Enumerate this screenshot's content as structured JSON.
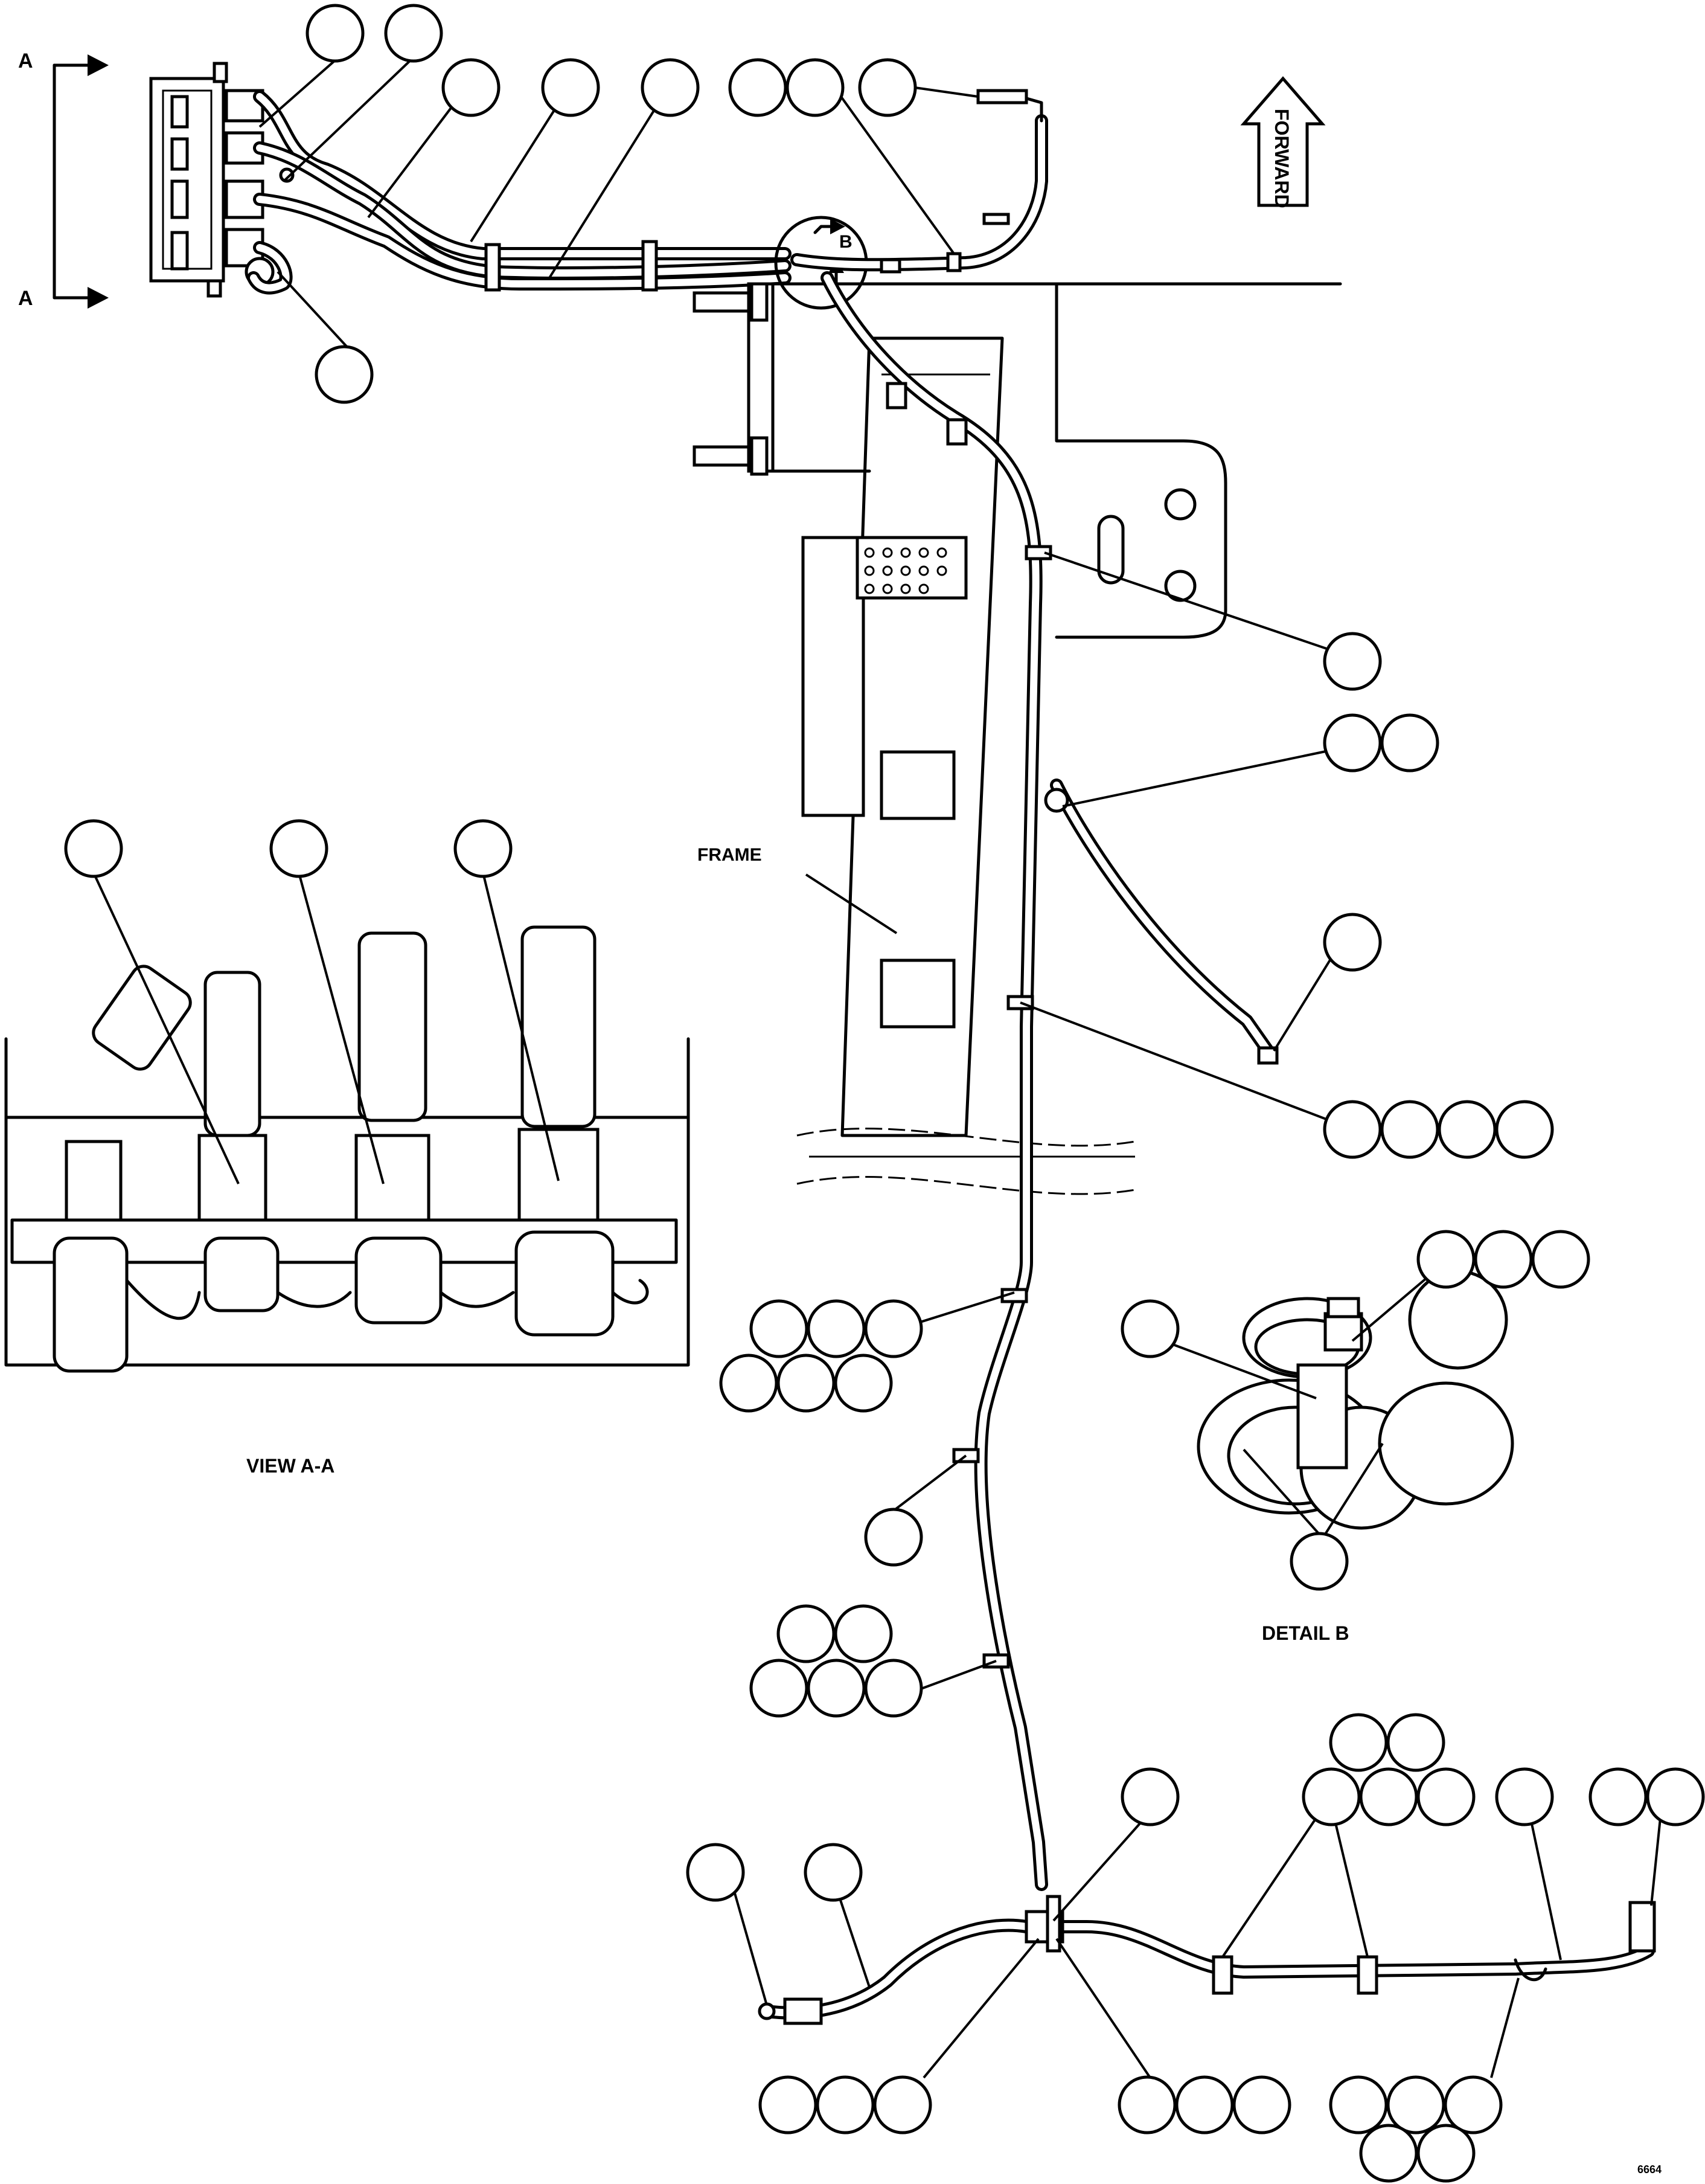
{
  "labels": {
    "section_marker_top": "A",
    "section_marker_bottom": "A",
    "forward_arrow": "FORWARD",
    "detail_marker": "B",
    "frame_label": "FRAME",
    "view_title": "VIEW A-A",
    "detail_title": "DETAIL B",
    "figure_id": "6664"
  }
}
